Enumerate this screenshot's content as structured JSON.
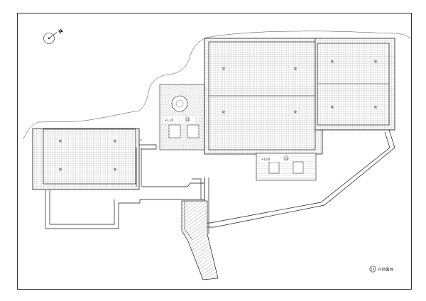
{
  "drawing": {
    "north_label": "N",
    "legend": {
      "number": "14",
      "text": "户外露台"
    },
    "elevation_tags": [
      "+1.30",
      "+1.00"
    ],
    "terrace_numbers": [
      "14",
      "14"
    ],
    "roof_marks": [
      "坡",
      "坡",
      "坡",
      "坡",
      "坡",
      "坡",
      "坡",
      "坡",
      "坡",
      "坡",
      "坡",
      "坡"
    ]
  },
  "colors": {
    "line": "#1a1a1a",
    "hatch": "#8a8a8a",
    "paper": "#ffffff"
  }
}
